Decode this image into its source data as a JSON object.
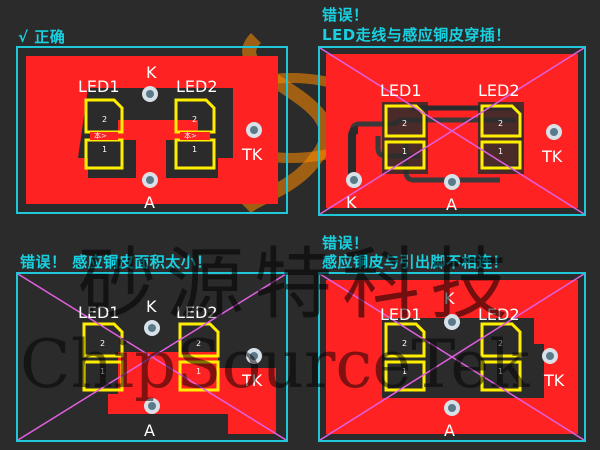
{
  "captions": {
    "p1": "√ 正确",
    "p2_line1": "错误！",
    "p2_line2": "LED走线与感应铜皮穿插！",
    "p3": "错误！ 感应铜皮面积太小！",
    "p4_line1": "错误！",
    "p4_line2": "感应铜皮与引出脚不相连！"
  },
  "labels": {
    "led1": "LED1",
    "led2": "LED2",
    "k": "K",
    "a": "A",
    "tk": "TK",
    "pad_top": "2",
    "pad_bottom": "1",
    "pad_mid": "本>"
  },
  "watermark": {
    "cn": "砂源特科技",
    "en": "ChipSourceTek"
  },
  "colors": {
    "copper": "#ff2222",
    "board": "#2b2b2b",
    "border": "#1ec8d8",
    "pad_outline": "#ffee00",
    "trace": "#3a3a3a",
    "cross": "#e060e0"
  }
}
